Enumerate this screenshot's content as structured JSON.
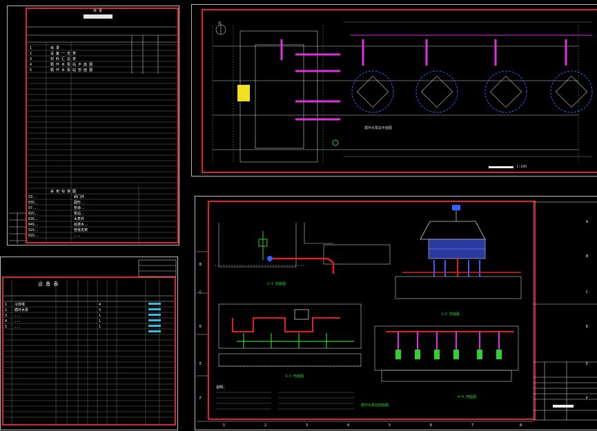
{
  "colors": {
    "background": "#000000",
    "frame": "#e0202a",
    "line_white": "#d8d8d8",
    "pipe_magenta": "#e030e0",
    "pipe_red": "#e02020",
    "pipe_green": "#30d030",
    "equip_blue": "#3060ff",
    "accent_cyan": "#30c0e0",
    "accent_yellow": "#f0e020"
  },
  "index_sheet": {
    "header_top": "目 录",
    "items": [
      {
        "no": "1",
        "name": "目 录"
      },
      {
        "no": "2",
        "name": "设 备 一 览 表"
      },
      {
        "no": "3",
        "name": "材 料 汇 总 表"
      },
      {
        "no": "4",
        "name": "循 环 水 泵 站 平 面 图"
      },
      {
        "no": "5",
        "name": "循 环 水 泵 站 剖 面 图"
      }
    ],
    "reference_title": "采 用 标 准 图",
    "reference_codes": [
      "S3..",
      "03S..",
      "97..",
      "02S..",
      "03S..",
      "04S..",
      "92S..",
      "02S.."
    ],
    "reference_names": [
      "阀门井",
      "圆形..",
      "管道..",
      "泵站..",
      "水表井",
      "给排水..",
      "管道支架",
      "..."
    ]
  },
  "equipment_sheet": {
    "title": "设 备 表",
    "rows": [
      {
        "no": "1",
        "name": "冷却塔",
        "qty": "4"
      },
      {
        "no": "2",
        "name": "循环水泵",
        "qty": "3"
      },
      {
        "no": "3",
        "name": "...",
        "qty": "1"
      },
      {
        "no": "4",
        "name": "...",
        "qty": "1"
      },
      {
        "no": "5",
        "name": "...",
        "qty": "1"
      }
    ]
  },
  "plan_sheet": {
    "north_mark": "北",
    "caption": "循环水泵站平面图",
    "scale_note": "1:100"
  },
  "section_sheet": {
    "section_labels": [
      "1—1 剖面图",
      "2—2 剖面图",
      "3—3 剖面图",
      "4—4 剖面图"
    ],
    "grid_left": [
      "B",
      "C",
      "D",
      "E",
      "F"
    ],
    "grid_right": [
      "A",
      "B",
      "C",
      "D",
      "E",
      "F"
    ],
    "grid_bottom": [
      "1",
      "2",
      "3",
      "4",
      "5",
      "6",
      "7",
      "8"
    ],
    "notes_title": "说明：",
    "caption": "循环水泵站剖面图"
  }
}
